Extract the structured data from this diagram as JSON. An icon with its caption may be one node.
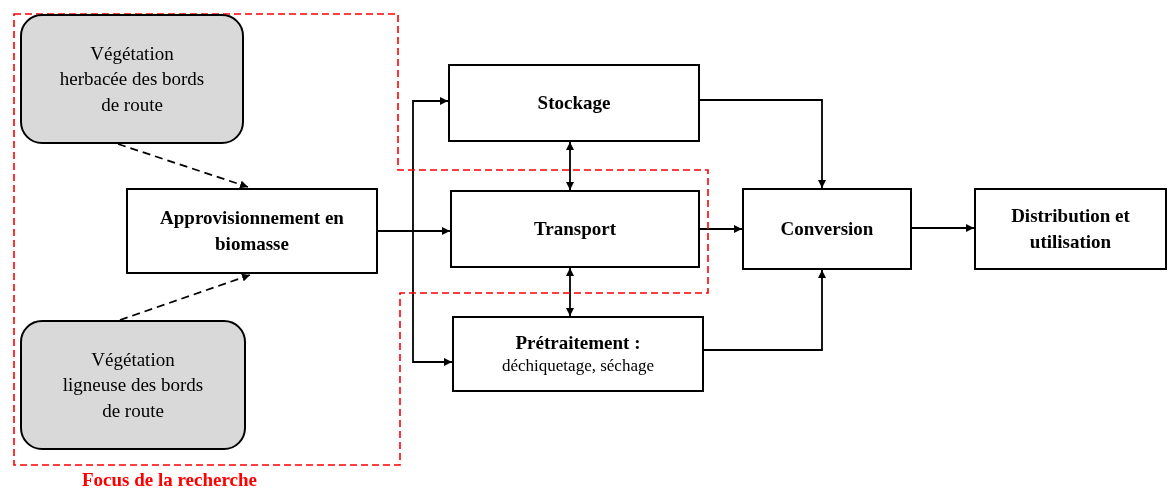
{
  "diagram": {
    "nodes": [
      {
        "text": [
          "Focus de la recherche"
        ]
      },
      {
        "text": [
          "Végétation herbacée des bords de route"
        ],
        "in": 0
      },
      {
        "text": [
          "Approvisionnement en biomasse"
        ],
        "in": 0
      },
      {
        "text": [
          "Végétation ligneuse des bords de route"
        ],
        "in": 0
      },
      {
        "text": [
          "Stockage"
        ]
      },
      {
        "text": [
          "Transport"
        ],
        "in": 0
      },
      {
        "text": [
          "Prétraitement :",
          "déchiquetage, séchage"
        ]
      },
      {
        "text": [
          "Conversion"
        ]
      },
      {
        "text": [
          "Distribution et utilisation"
        ]
      }
    ],
    "edges": [
      {
        "from": 1,
        "to": 2,
        "arrow": "to",
        "style": "dashed"
      },
      {
        "from": 3,
        "to": 2,
        "arrow": "to",
        "style": "dashed"
      },
      {
        "from": 2,
        "to": 4,
        "arrow": "to"
      },
      {
        "from": 2,
        "to": 5,
        "arrow": "to"
      },
      {
        "from": 2,
        "to": 6,
        "arrow": "to"
      },
      {
        "from": 4,
        "to": 5,
        "arrow": "both"
      },
      {
        "from": 5,
        "to": 6,
        "arrow": "both"
      },
      {
        "from": 4,
        "to": 7,
        "arrow": "to"
      },
      {
        "from": 5,
        "to": 7,
        "arrow": "to"
      },
      {
        "from": 6,
        "to": 7,
        "arrow": "to"
      },
      {
        "from": 7,
        "to": 8,
        "arrow": "to"
      }
    ]
  }
}
